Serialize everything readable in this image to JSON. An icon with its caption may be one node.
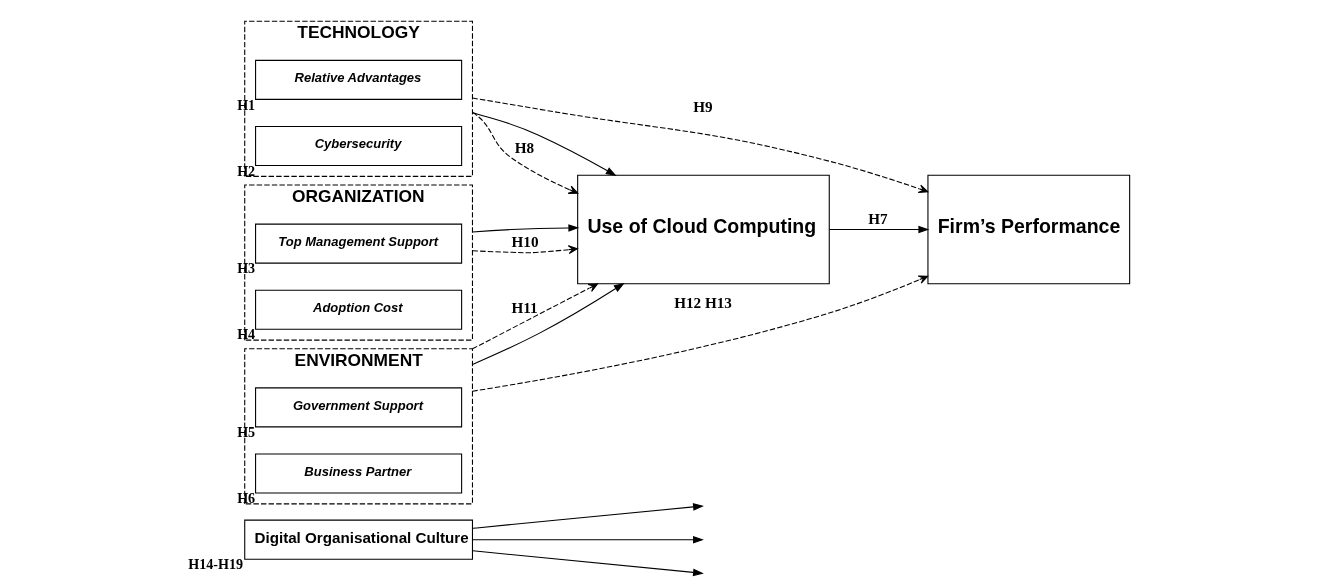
{
  "diagram": {
    "nodes": [
      {
        "text": [
          "Digital Organisational Culture"
        ],
        "beside": [
          "H14-H19"
        ]
      },
      {
        "text": [
          "TECHNOLOGY"
        ]
      },
      {
        "text": [
          "Relative Advantages"
        ],
        "in": 1,
        "beside": [
          "H1"
        ]
      },
      {
        "text": [
          "Cybersecurity"
        ],
        "in": 1,
        "beside": [
          "H2"
        ]
      },
      {
        "text": [
          "ORGANIZATION"
        ]
      },
      {
        "text": [
          "Top Management Support"
        ],
        "in": 4,
        "beside": [
          "H3"
        ]
      },
      {
        "text": [
          "Adoption Cost"
        ],
        "in": 4,
        "beside": [
          "H4"
        ]
      },
      {
        "text": [
          "ENVIRONMENT"
        ]
      },
      {
        "text": [
          "Government Support"
        ],
        "in": 7,
        "beside": [
          "H5"
        ]
      },
      {
        "text": [
          "Business Partner"
        ],
        "in": 7,
        "beside": [
          "H6"
        ]
      },
      {
        "text": [
          "Use of Cloud Computing"
        ]
      },
      {
        "text": [
          "Firm’s Performance"
        ]
      }
    ],
    "edges": [
      {
        "from": 0,
        "to": null,
        "arrow": "to"
      },
      {
        "from": 0,
        "to": null,
        "arrow": "to"
      },
      {
        "from": 0,
        "to": null,
        "arrow": "to"
      },
      {
        "from": 1,
        "to": 10,
        "arrow": "to"
      },
      {
        "from": 4,
        "to": 10,
        "arrow": "to"
      },
      {
        "from": 7,
        "to": 10,
        "arrow": "to"
      },
      {
        "from": 1,
        "to": 10,
        "arrow": "to",
        "style": "dashed",
        "label": "H8"
      },
      {
        "from": 1,
        "to": 11,
        "arrow": "to",
        "style": "dashed",
        "label": "H9"
      },
      {
        "from": 4,
        "to": 10,
        "arrow": "to",
        "style": "dashed",
        "label": "H10"
      },
      {
        "from": 7,
        "to": 10,
        "arrow": "to",
        "style": "dashed",
        "label": "H11"
      },
      {
        "from": 7,
        "to": 11,
        "arrow": "to",
        "style": "dashed",
        "label": "H12 H13"
      },
      {
        "from": 10,
        "to": 11,
        "arrow": "to",
        "label": "H7"
      }
    ]
  }
}
